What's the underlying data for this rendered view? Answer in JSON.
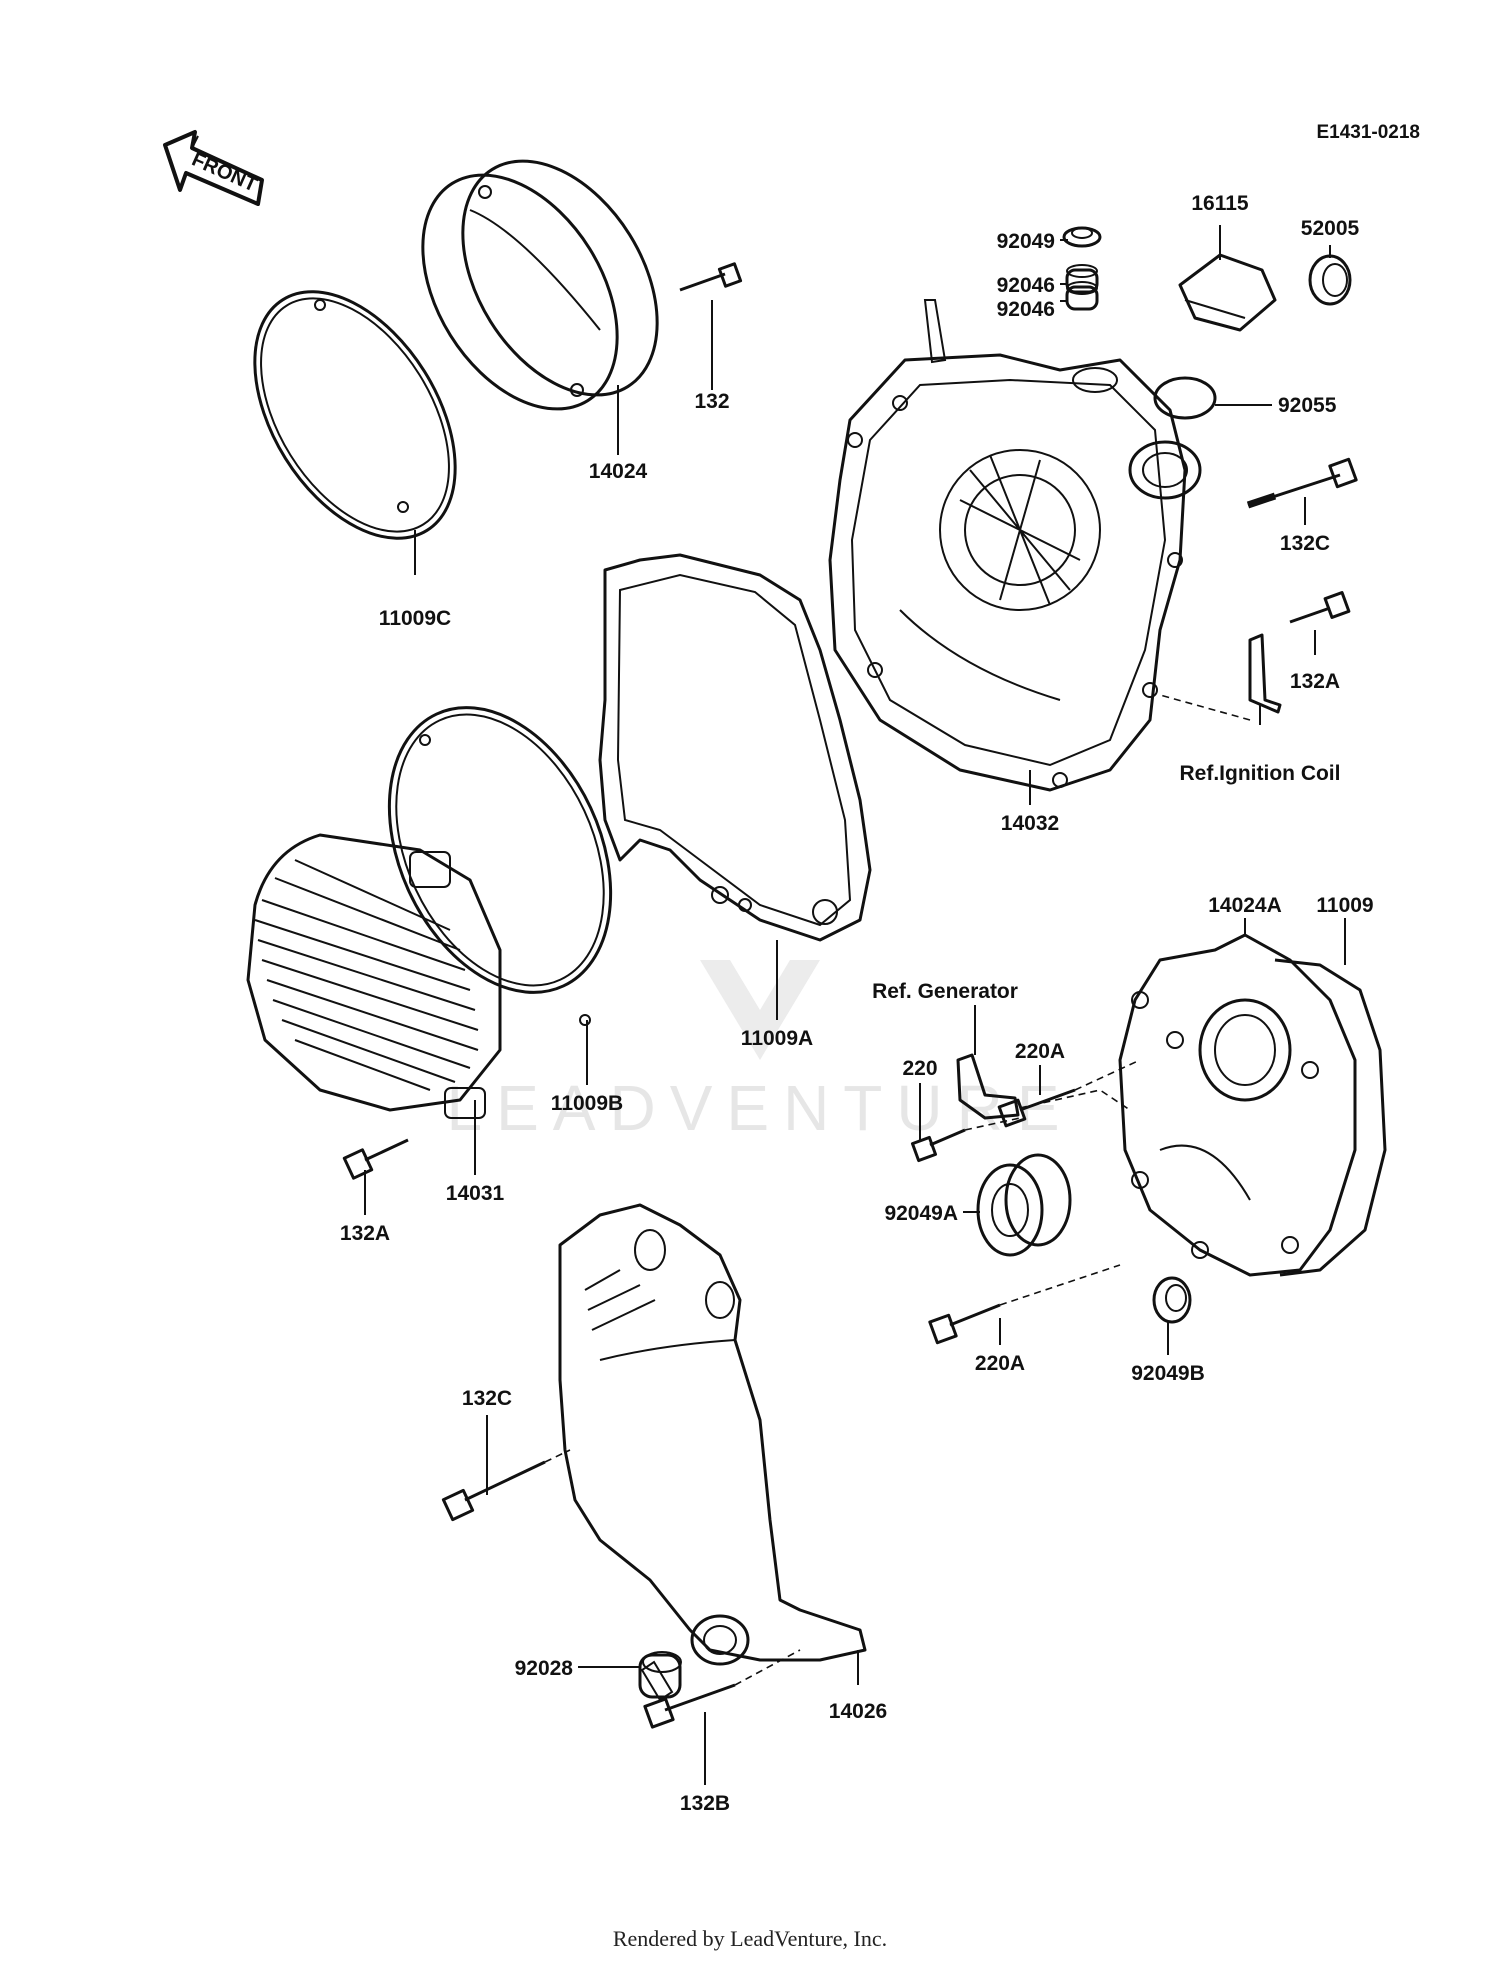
{
  "drawing_code": "E1431-0218",
  "front_label": "FRONT",
  "watermark": "LEADVENTURE",
  "footer": "Rendered by LeadVenture, Inc.",
  "callouts": {
    "c11009C": "11009C",
    "c14024": "14024",
    "c132_top": "132",
    "c92049": "92049",
    "c92046_a": "92046",
    "c92046_b": "92046",
    "c16115": "16115",
    "c52005": "52005",
    "c92055": "92055",
    "c132C_top": "132C",
    "c132A_right": "132A",
    "ref_ignition": "Ref.Ignition Coil",
    "c14032": "14032",
    "c11009A": "11009A",
    "c11009B": "11009B",
    "c14031": "14031",
    "c132A_left": "132A",
    "c14024A": "14024A",
    "c11009": "11009",
    "c220A_top": "220A",
    "ref_generator": "Ref. Generator",
    "c220": "220",
    "c92049A": "92049A",
    "c220A_bottom": "220A",
    "c92049B": "92049B",
    "c132C_bottom": "132C",
    "c92028": "92028",
    "c14026": "14026",
    "c132B": "132B"
  }
}
